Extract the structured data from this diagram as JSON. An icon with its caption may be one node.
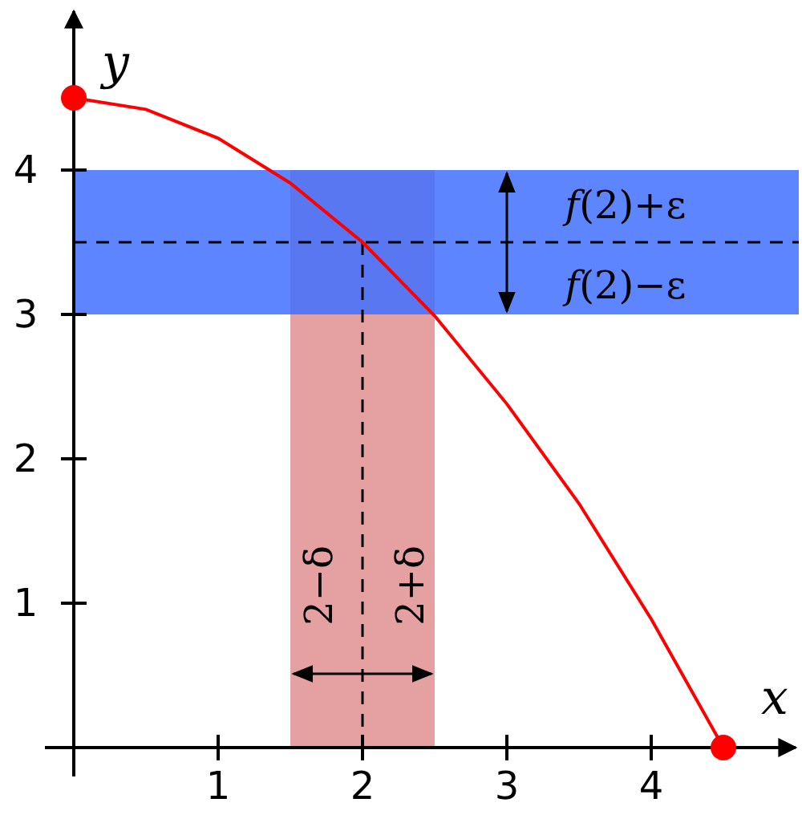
{
  "diagram": {
    "labels": [
      "f(2)+ε",
      "f(2)−ε",
      "2−δ",
      "2+δ"
    ],
    "chart_data": {
      "type": "line",
      "xlabel": "x",
      "ylabel": "y",
      "x": [
        0,
        0.5,
        1,
        1.5,
        2,
        2.5,
        3,
        3.5,
        4,
        4.5
      ],
      "series": [
        {
          "color": "#ff0000",
          "values": [
            4.5,
            4.42,
            4.22,
            3.91,
            3.5,
            2.99,
            2.38,
            1.69,
            0.89,
            0
          ]
        }
      ],
      "xticks": [
        1,
        2,
        3,
        4
      ],
      "yticks": [
        1,
        2,
        3,
        4
      ],
      "xlim": [
        -0.2,
        5
      ],
      "ylim": [
        -0.2,
        5.1
      ],
      "bands": [
        {
          "axis": "x",
          "from": 1.5,
          "to": 2.5,
          "color": "#cc4444"
        },
        {
          "axis": "y",
          "from": 3,
          "to": 4,
          "color": "#3f70ff"
        }
      ],
      "ref_lines": [
        {
          "axis": "y",
          "value": 3.5
        },
        {
          "axis": "x",
          "value": 2
        }
      ]
    }
  }
}
